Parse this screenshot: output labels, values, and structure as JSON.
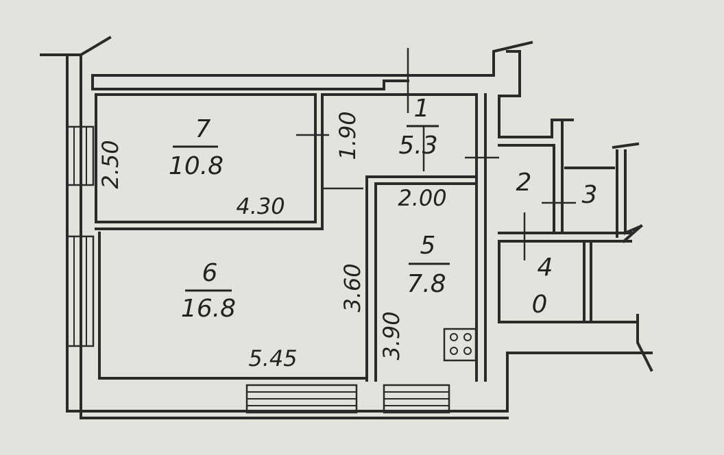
{
  "rooms": [
    {
      "number": "7",
      "area": "10.8"
    },
    {
      "number": "1",
      "area": "5.3"
    },
    {
      "number": "2"
    },
    {
      "number": "3"
    },
    {
      "number": "4",
      "area": "0"
    },
    {
      "number": "5",
      "area": "7.8"
    },
    {
      "number": "6",
      "area": "16.8"
    }
  ],
  "dimensions": {
    "room7_width": "4.30",
    "room7_depth": "2.50",
    "corridor_width": "1.90",
    "kitchen_top": "2.00",
    "room6_depth": "3.60",
    "kitchen_depth": "3.90",
    "room6_width": "5.45"
  },
  "colors": {
    "paper": "#e4e2dc",
    "ink": "#2a2a2a"
  }
}
